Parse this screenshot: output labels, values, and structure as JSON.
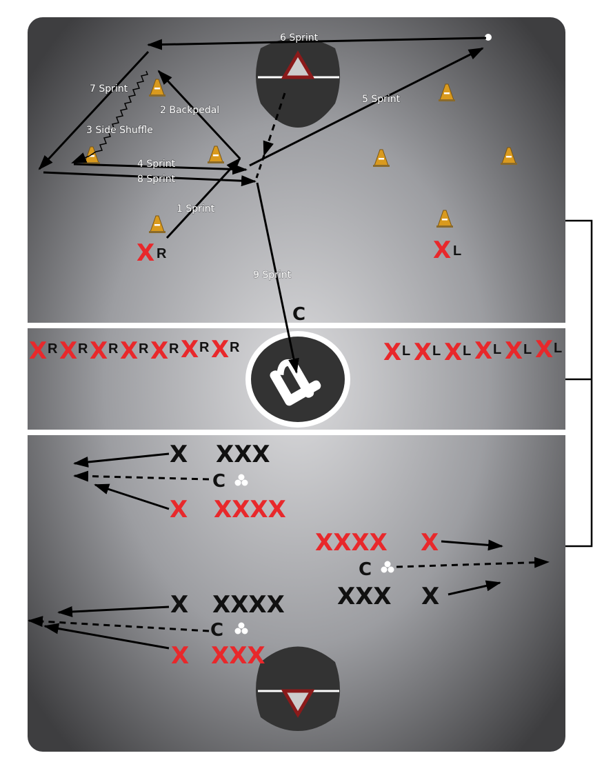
{
  "colors": {
    "red_player": "#e8282b",
    "black_player": "#111111",
    "cone": "#d99a1e",
    "crease": "#333333"
  },
  "drill_labels": {
    "l1": "1 Sprint",
    "l2": "2 Backpedal",
    "l3": "3 Side Shuffle",
    "l4": "4 Sprint",
    "l5": "5 Sprint",
    "l6": "6 Sprint",
    "l7": "7 Sprint",
    "l8": "8 Sprint",
    "l9": "9 Sprint"
  },
  "players": {
    "x": "X",
    "r": "R",
    "l": "L",
    "coach": "C",
    "xr_top": "X",
    "xl_top": "X",
    "right_side_line": [
      "X",
      "X",
      "X",
      "X",
      "X",
      "X",
      "X"
    ],
    "left_side_line": [
      "X",
      "X",
      "X",
      "X",
      "X",
      "X"
    ],
    "g1_black_front": "X",
    "g1_black_line": "XXX",
    "g1_red_front": "X",
    "g1_red_line": "XXXX",
    "g2_red_line": "XXXX",
    "g2_red_front": "X",
    "g2_black_line": "XXX",
    "g2_black_front": "X",
    "g3_black_front": "X",
    "g3_black_line": "XXXX",
    "g3_red_front": "X",
    "g3_red_line": "XXX"
  },
  "logo": "L4"
}
